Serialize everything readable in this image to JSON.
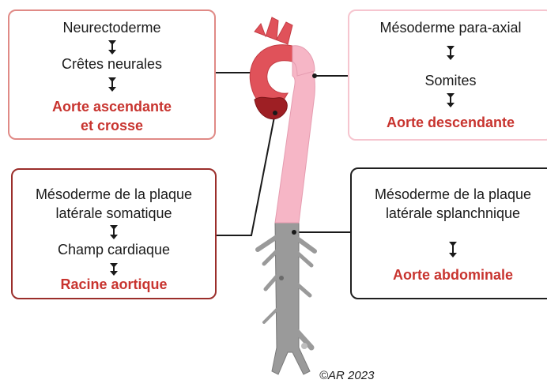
{
  "boxes": {
    "ascending": {
      "line1": "Neurectoderme",
      "line2": "Crêtes neurales",
      "result_line1": "Aorte ascendante",
      "result_line2": "et crosse"
    },
    "descending": {
      "line1": "Mésoderme para-axial",
      "line2": "Somites",
      "result": "Aorte descendante"
    },
    "root": {
      "line1": "Mésoderme de la plaque",
      "line2": "latérale somatique",
      "line3": "Champ cardiaque",
      "result": "Racine aortique"
    },
    "abdominal": {
      "line1": "Mésoderme de la plaque",
      "line2": "latérale splanchnique",
      "result": "Aorte abdominale"
    }
  },
  "copyright": "©AR 2023",
  "colors": {
    "arch": "#e0525a",
    "root": "#9e1f24",
    "descending": "#f6b6c6",
    "abdominal": "#9a9a9a",
    "highlight": "#c8342f"
  }
}
